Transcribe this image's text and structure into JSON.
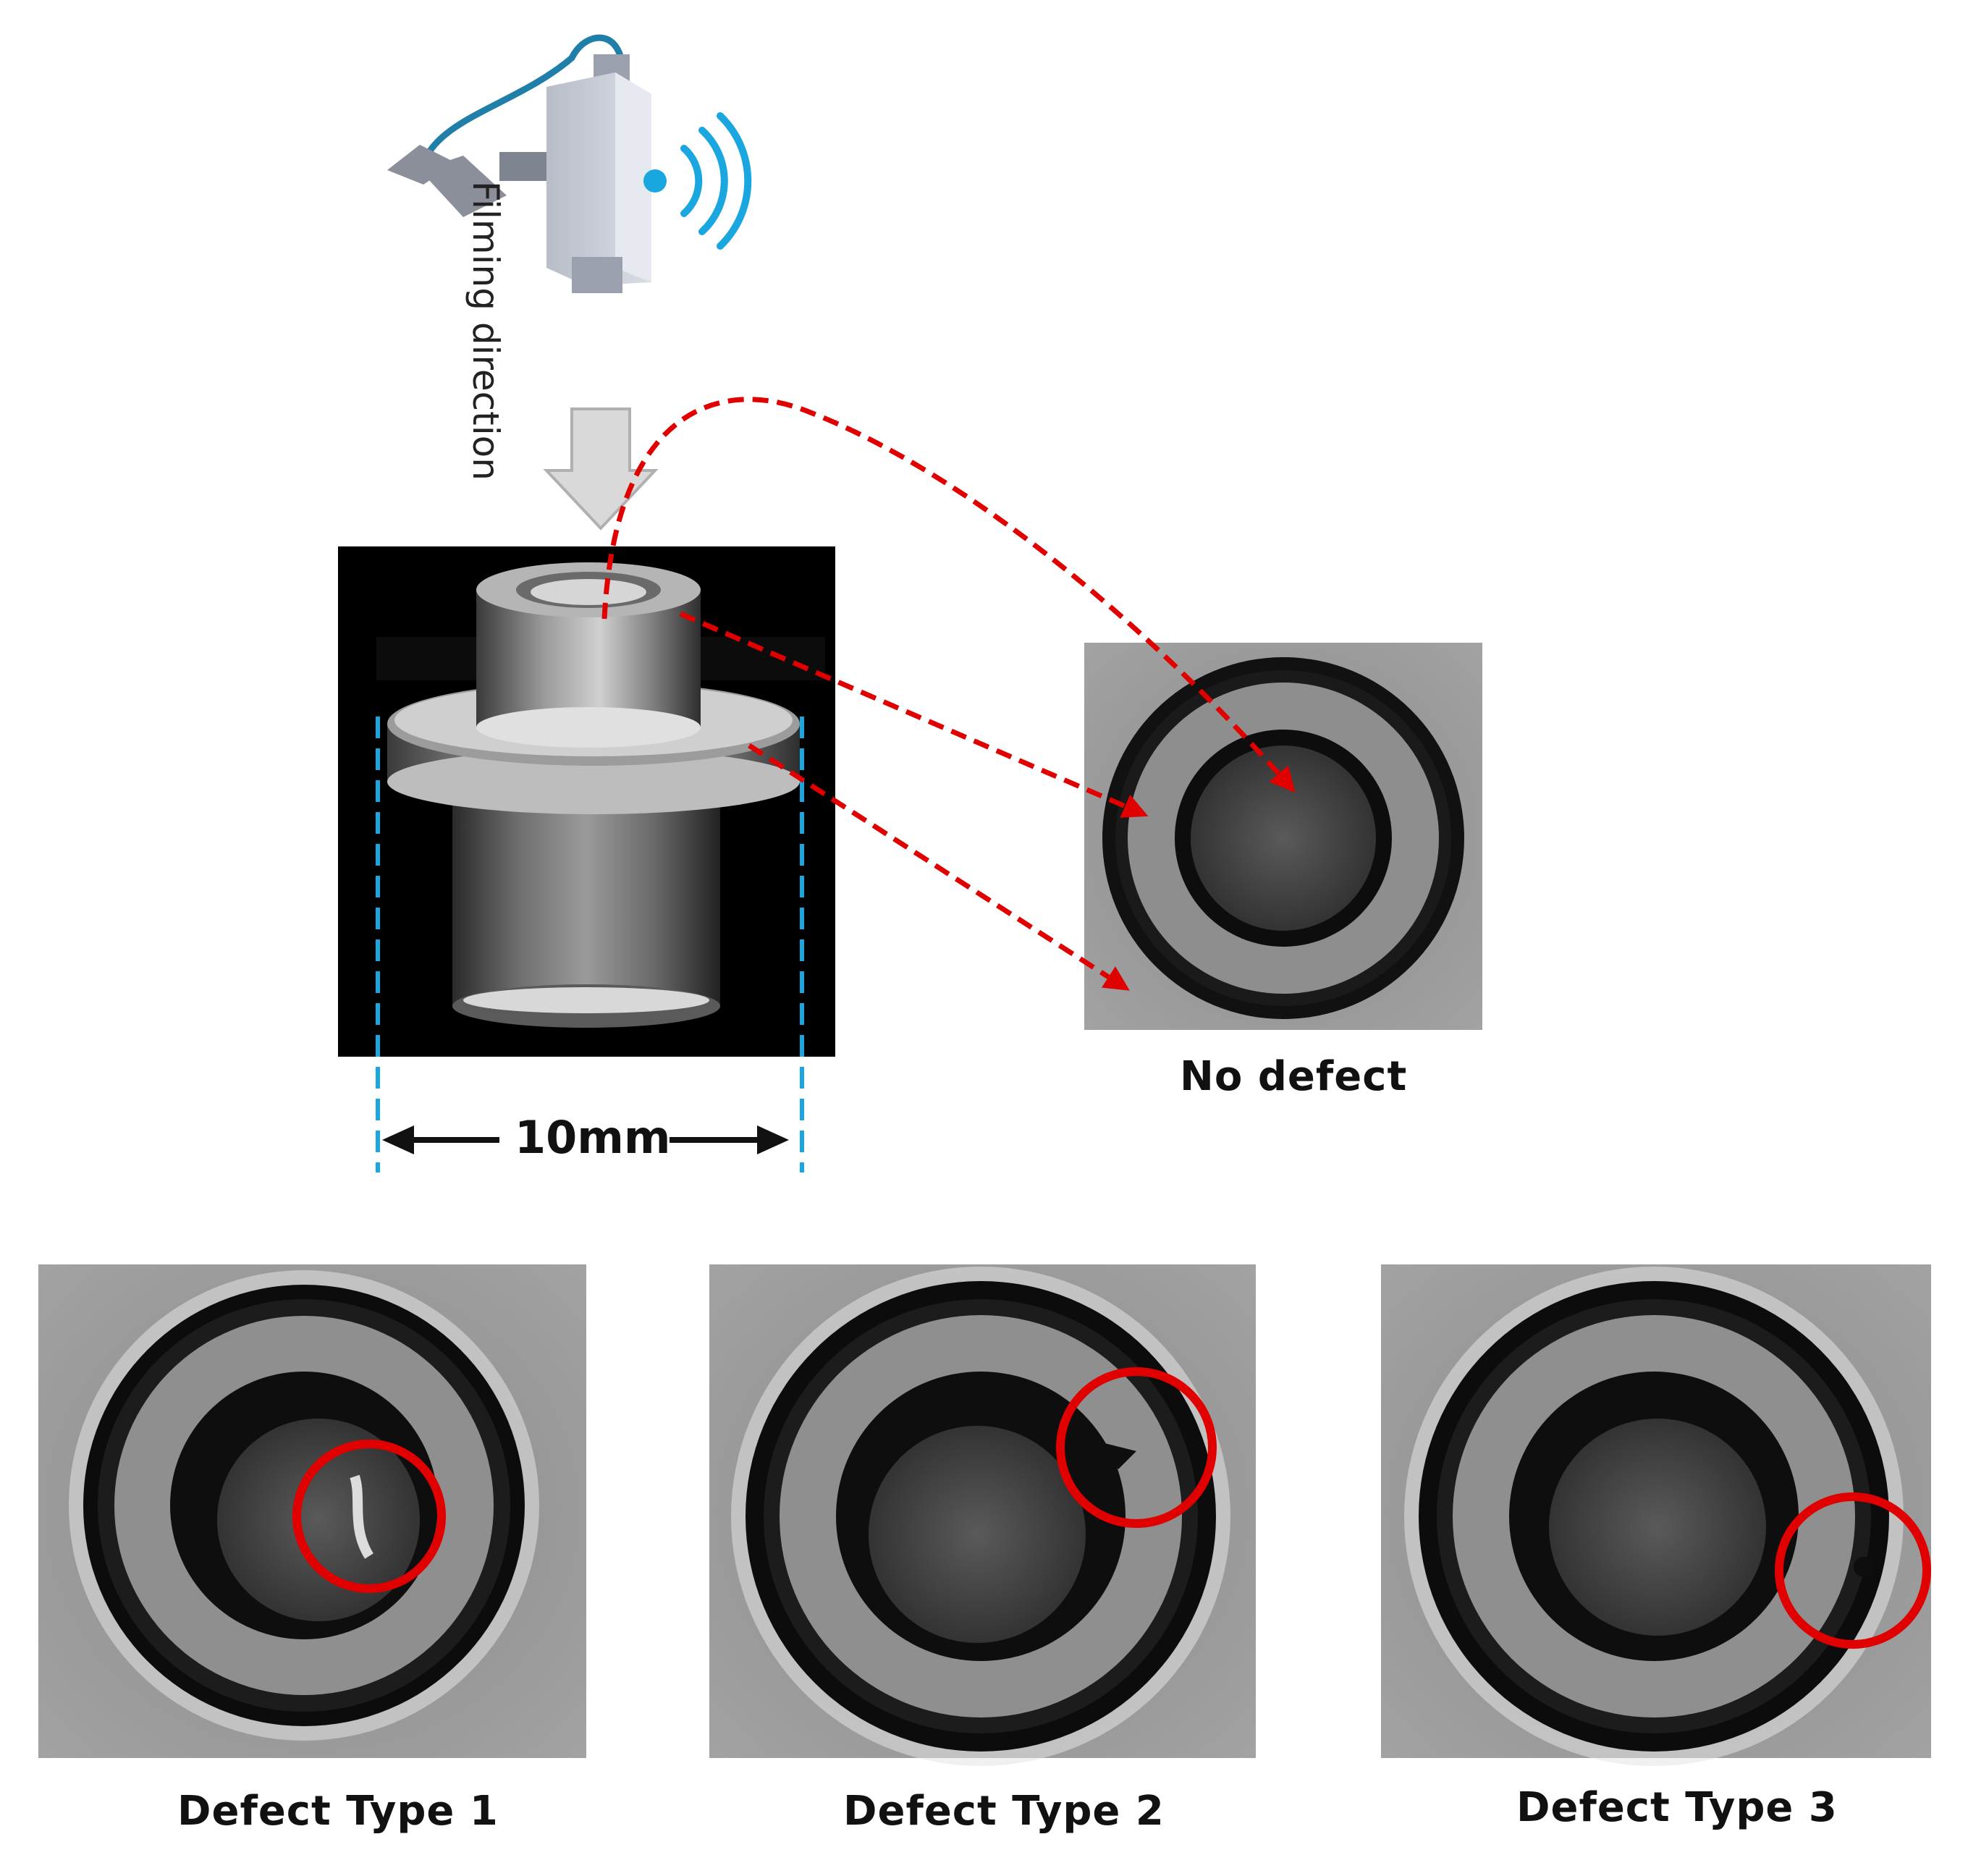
{
  "labels": {
    "filming_direction": "Filming direction",
    "size": "10mm",
    "no_defect": "No defect",
    "defect_1": "Defect Type 1",
    "defect_2": "Defect Type 2",
    "defect_3": "Defect Type 3"
  },
  "icons": [
    "camera-icon",
    "signal-waves-icon",
    "down-arrow-icon"
  ],
  "colors": {
    "annotation_red": "#e00000",
    "dimension_blue": "#1aa7e0",
    "camera_cable": "#1f7fa8",
    "signal": "#1aa7e0"
  }
}
